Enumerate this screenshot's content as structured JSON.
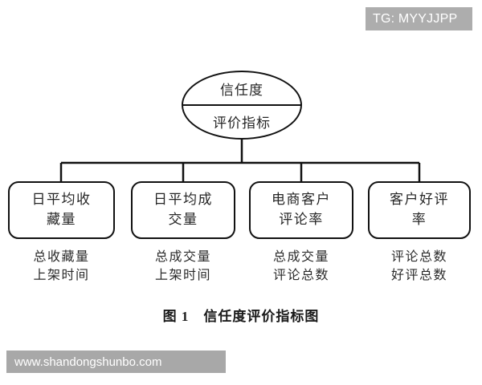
{
  "overlay": {
    "tg_badge": "TG: MYYJJPP",
    "watermark": "www.shandongshunbo.com",
    "badge_bg": "#adadad",
    "watermark_bg": "#a8a8a8",
    "text_color": "#ffffff"
  },
  "figure": {
    "caption_number": "图 1",
    "caption_title": "信任度评价指标图",
    "line_color": "#111111",
    "background": "#ffffff"
  },
  "diagram": {
    "type": "tree",
    "root": {
      "top_text": "信任度",
      "bottom_text": "评价指标",
      "shape": "ellipse-divided"
    },
    "leaves": [
      {
        "title_line1": "日平均收",
        "title_line2": "藏量",
        "caption_line1": "总收藏量",
        "caption_line2": "上架时间"
      },
      {
        "title_line1": "日平均成",
        "title_line2": "交量",
        "caption_line1": "总成交量",
        "caption_line2": "上架时间"
      },
      {
        "title_line1": "电商客户",
        "title_line2": "评论率",
        "caption_line1": "总成交量",
        "caption_line2": "评论总数"
      },
      {
        "title_line1": "客户好评",
        "title_line2": "率",
        "caption_line1": "评论总数",
        "caption_line2": "好评总数"
      }
    ]
  }
}
